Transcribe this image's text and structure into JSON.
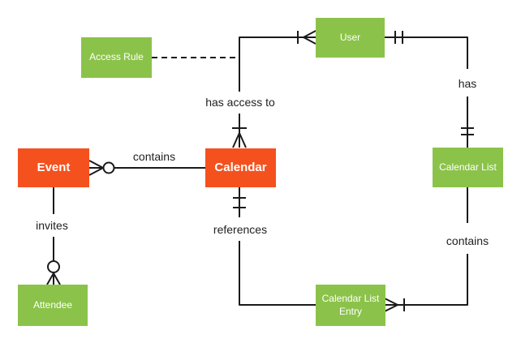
{
  "colors": {
    "entity_primary": "#f4511e",
    "entity_secondary": "#8bc34a",
    "entity_text": "#ffffff",
    "connector": "#1a1a1a",
    "label_text": "#212121",
    "background": "#ffffff"
  },
  "entities": {
    "event": {
      "label": "Event",
      "kind": "primary"
    },
    "calendar": {
      "label": "Calendar",
      "kind": "primary"
    },
    "access_rule": {
      "label": "Access Rule",
      "kind": "secondary"
    },
    "user": {
      "label": "User",
      "kind": "secondary"
    },
    "calendar_list": {
      "label": "Calendar List",
      "kind": "secondary"
    },
    "attendee": {
      "label": "Attendee",
      "kind": "secondary"
    },
    "calendar_list_entry": {
      "label": "Calendar List Entry",
      "kind": "secondary"
    }
  },
  "relationships": {
    "calendar_contains_events": {
      "label": "contains",
      "from": "Calendar",
      "to": "Event",
      "cardinality_at_event": "zero-or-many"
    },
    "user_has_access_to_calendar": {
      "label": "has access to",
      "from": "User",
      "to": "Calendar",
      "cardinality_at_user": "one-or-many",
      "cardinality_at_calendar": "one-or-many"
    },
    "access_rule_link": {
      "label": "",
      "from": "Access Rule",
      "to": "has access to relationship",
      "style": "dashed"
    },
    "user_has_calendar_list": {
      "label": "has",
      "from": "User",
      "to": "Calendar List",
      "cardinality_at_user": "one-and-only-one",
      "cardinality_at_calendar_list": "one-and-only-one"
    },
    "calendar_list_contains_entries": {
      "label": "contains",
      "from": "Calendar List",
      "to": "Calendar List Entry",
      "cardinality_at_entry": "one-or-many"
    },
    "entry_references_calendar": {
      "label": "references",
      "from": "Calendar List Entry",
      "to": "Calendar",
      "cardinality_at_calendar": "one-and-only-one"
    },
    "event_invites_attendees": {
      "label": "invites",
      "from": "Event",
      "to": "Attendee",
      "cardinality_at_attendee": "zero-or-many"
    }
  }
}
